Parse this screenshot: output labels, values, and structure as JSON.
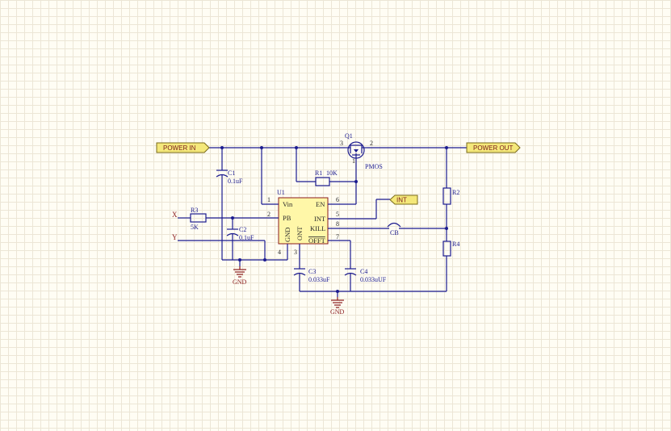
{
  "ports": {
    "power_in": "POWER IN",
    "power_out": "POWER OUT",
    "int": "INT"
  },
  "nets": {
    "x": "X",
    "y": "Y"
  },
  "components": {
    "u1": {
      "designator": "U1",
      "pins": {
        "vin": "Vin",
        "en": "EN",
        "pb": "PB",
        "int": "INT",
        "kill": "KILL",
        "gnd": "GND",
        "ont": "ONT",
        "offt": "OFFT"
      },
      "pin_numbers": {
        "vin": "1",
        "pb": "2",
        "ont": "3",
        "gnd": "4",
        "int": "5",
        "en": "6",
        "offt": "7",
        "kill": "8"
      }
    },
    "q1": {
      "designator": "Q1",
      "type": "PMOS",
      "pin_numbers": {
        "source": "3",
        "drain": "2",
        "gate": "1"
      }
    },
    "r1": {
      "designator": "R1",
      "value": "10K"
    },
    "r2": {
      "designator": "R2"
    },
    "r3": {
      "designator": "R3",
      "value": "5K"
    },
    "r4": {
      "designator": "R4"
    },
    "c1": {
      "designator": "C1",
      "value": "0.1uF"
    },
    "c2": {
      "designator": "C2",
      "value": "0.1uF"
    },
    "c3": {
      "designator": "C3",
      "value": "0.033uF"
    },
    "c4": {
      "designator": "C4",
      "value": "0.033uUF"
    },
    "cb": {
      "designator": "CB"
    }
  },
  "ground_labels": {
    "left": "GND",
    "bottom": "GND"
  },
  "colors": {
    "wire": "#1b1b8f",
    "ground": "#8a1b1b",
    "port_fill": "#f4e87a",
    "ic_fill": "#fff7a8",
    "grid": "#ece6d6",
    "background": "#fffdf4"
  }
}
